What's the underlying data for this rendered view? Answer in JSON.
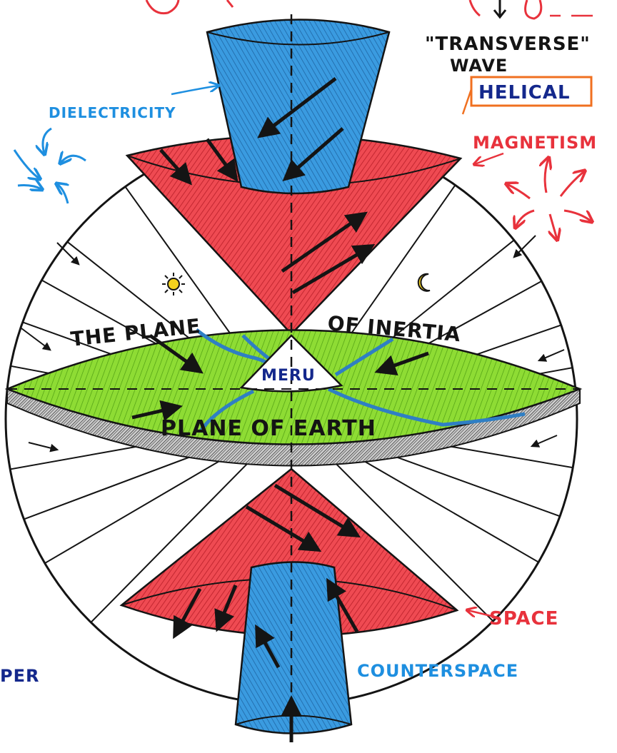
{
  "labels": {
    "transverse": "\"TRANSVERSE\"",
    "wave": "WAVE",
    "helical": "HELICAL",
    "dielectricity": "DIELECTRICITY",
    "magnetism": "MAGNETISM",
    "plane_of_inertia_left": "THE PLANE",
    "plane_of_inertia_right": "OF INERTIA",
    "meru": "MERU",
    "plane_of_earth": "PLANE OF EARTH",
    "space": "SPACE",
    "counterspace": "COUNTERSPACE",
    "fragment_left": "PER"
  },
  "colors": {
    "ink": "#141414",
    "red_cone": "#e8323c",
    "blue_cone": "#2f8fd6",
    "earth_green": "#7fd12a",
    "river_blue": "#2f7fc4",
    "label_red": "#e8323c",
    "label_blue": "#1e8fe0",
    "label_navy": "#14288c",
    "helical_box": "#f07020"
  },
  "icons": [
    "sun-icon",
    "moon-icon",
    "dielectric-swirl-icon",
    "magnetism-radial-icon"
  ]
}
